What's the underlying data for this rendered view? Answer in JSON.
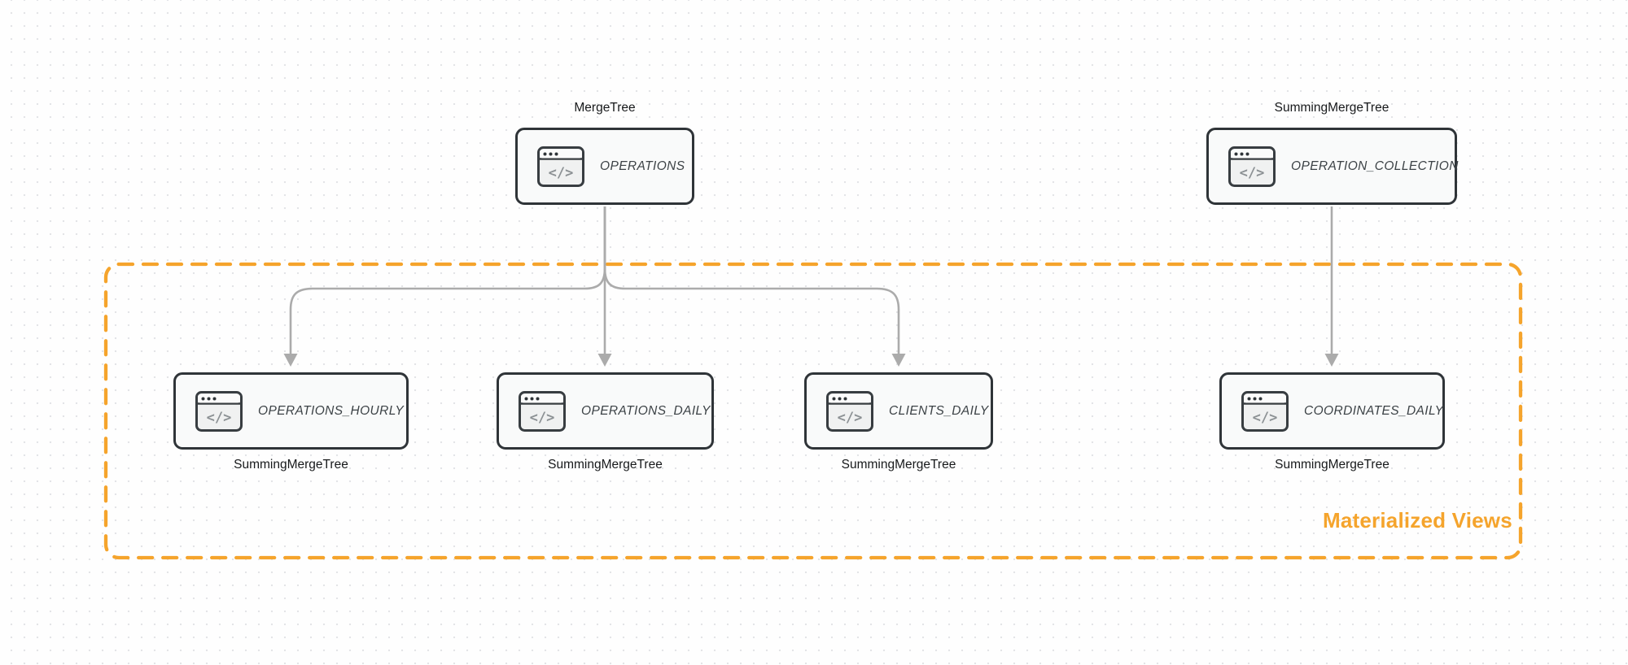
{
  "diagram": {
    "group": {
      "label": "Materialized Views"
    },
    "colors": {
      "accent_orange": "#f5a42c",
      "node_border": "#2f3438",
      "node_fill": "#f9fafa",
      "edge_gray": "#ababab",
      "title_text": "#3c4246",
      "label_text": "#17191b",
      "dot_grid": "#e3e4e7"
    },
    "icons": {
      "node_icon": "code-window-icon",
      "node_icon_glyph": "</>"
    },
    "nodes": [
      {
        "id": "operations",
        "title": "OPERATIONS",
        "engine": "MergeTree",
        "engine_position": "above"
      },
      {
        "id": "operation_collection",
        "title": "OPERATION_COLLECTION",
        "engine": "SummingMergeTree",
        "engine_position": "above"
      },
      {
        "id": "operations_hourly",
        "title": "OPERATIONS_HOURLY",
        "engine": "SummingMergeTree",
        "engine_position": "below"
      },
      {
        "id": "operations_daily",
        "title": "OPERATIONS_DAILY",
        "engine": "SummingMergeTree",
        "engine_position": "below"
      },
      {
        "id": "clients_daily",
        "title": "CLIENTS_DAILY",
        "engine": "SummingMergeTree",
        "engine_position": "below"
      },
      {
        "id": "coordinates_daily",
        "title": "COORDINATES_DAILY",
        "engine": "SummingMergeTree",
        "engine_position": "below"
      }
    ],
    "edges": [
      {
        "from": "operations",
        "to": "operations_hourly"
      },
      {
        "from": "operations",
        "to": "operations_daily"
      },
      {
        "from": "operations",
        "to": "clients_daily"
      },
      {
        "from": "operation_collection",
        "to": "coordinates_daily"
      }
    ]
  }
}
